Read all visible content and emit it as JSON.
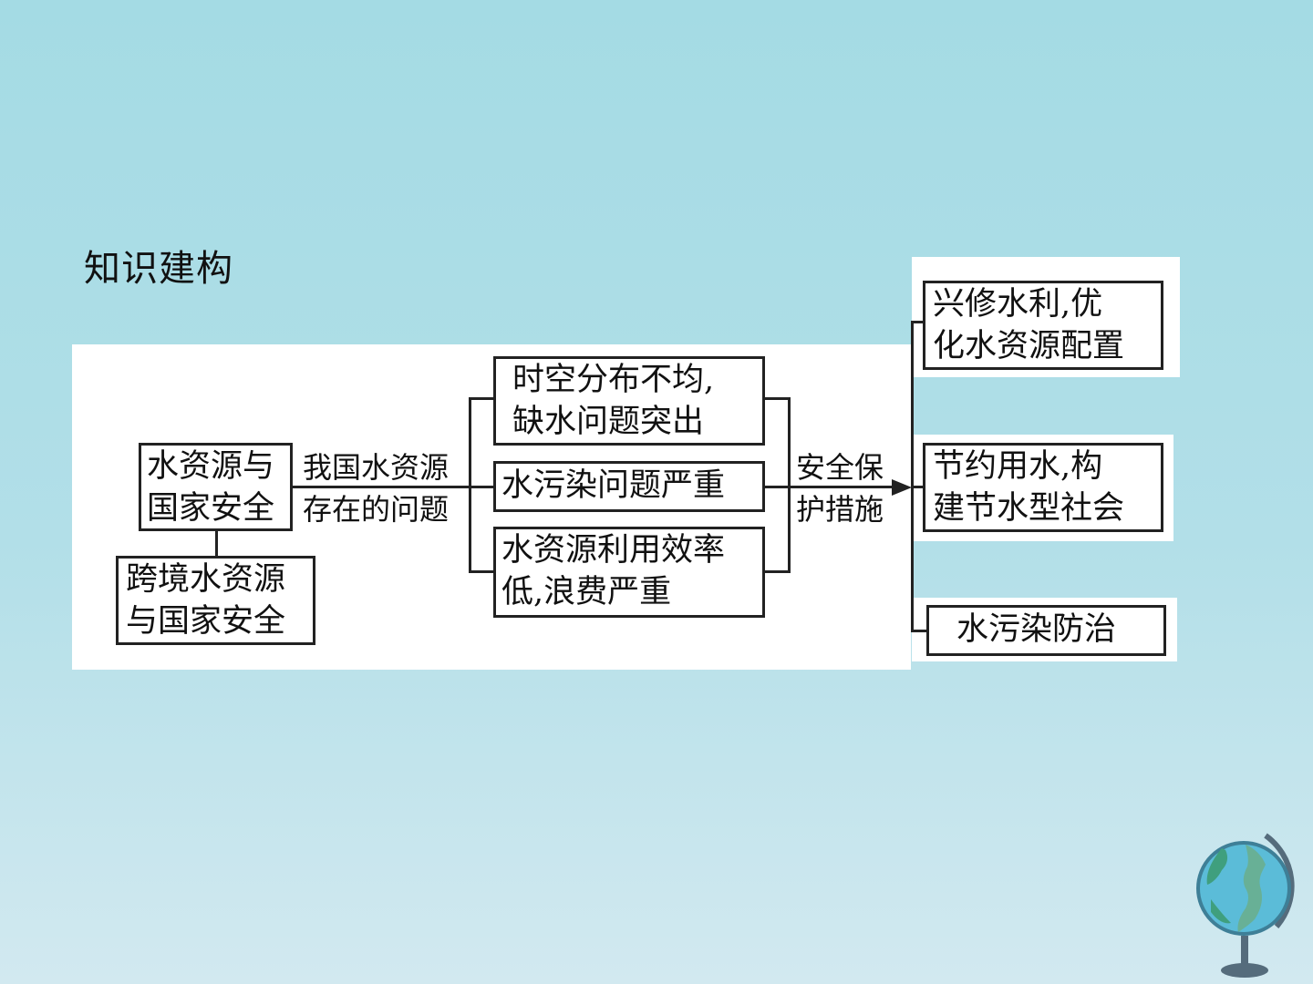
{
  "slide": {
    "title": "知识建构"
  },
  "diagram": {
    "root": {
      "line1": "水资源与",
      "line2": "国家安全"
    },
    "sub": {
      "line1": "跨境水资源",
      "line2": "与国家安全"
    },
    "problems_label": {
      "line1": "我国水资源",
      "line2": "存在的问题"
    },
    "problems": [
      {
        "line1": "时空分布不均,",
        "line2": "缺水问题突出"
      },
      {
        "line1": "水污染问题严重",
        "line2": ""
      },
      {
        "line1": "水资源利用效率",
        "line2": "低,浪费严重"
      }
    ],
    "measures_label": {
      "line1": "安全保",
      "line2": "护措施"
    },
    "measures": [
      {
        "line1": "兴修水利,优",
        "line2": "化水资源配置"
      },
      {
        "line1": "节约用水,构",
        "line2": "建节水型社会"
      },
      {
        "line1": "水污染防治",
        "line2": ""
      }
    ]
  }
}
